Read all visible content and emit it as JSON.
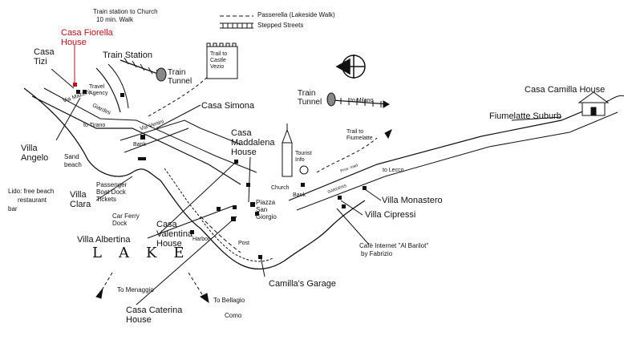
{
  "colors": {
    "ink": "#111111",
    "highlight": "#c0101a",
    "paper": "#ffffff"
  },
  "compass_icon": "north-arrow-icon",
  "legend": {
    "passerella": "Passerella (Lakeside Walk)",
    "stepped": "Stepped Streets"
  },
  "labels": {
    "train_to_church": [
      "Train station to Church",
      "10 min. Walk"
    ],
    "casa_fiorella": [
      "Casa Fiorella",
      "House"
    ],
    "casa_tizi": [
      "Casa",
      "Tizi"
    ],
    "train_station": "Train Station",
    "train_tunnel_1": [
      "Train",
      "Tunnel"
    ],
    "trail_castle": [
      "Trail to",
      "Castle",
      "Vezio"
    ],
    "travel_agency": [
      "Travel",
      "Agency"
    ],
    "via_mazzini": "Via Mazzini",
    "giardini": "Giardini",
    "casa_simona": "Casa Simona",
    "train_tunnel_2": [
      "Train",
      "Tunnel"
    ],
    "to_milano": "to Milano",
    "casa_camilla": "Casa Camilla House",
    "fiumelatte_suburb": "Fiumelatte Suburb",
    "to_tirano": "to Tirano",
    "via_venini": "Via Venini",
    "bank_1": "Bank",
    "villa_angelo": [
      "Villa",
      "Angelo"
    ],
    "sand_beach": [
      "Sand",
      "beach"
    ],
    "casa_maddalena": [
      "Casa",
      "Maddalena",
      "House"
    ],
    "tourist_info": [
      "Tourist",
      "Info"
    ],
    "trail_fiumelatte": [
      "Trail to",
      "Fiumelatte"
    ],
    "road_label": "Prov. road",
    "to_lecco": "to Lecco",
    "lido": [
      "Lido: free beach",
      "restaurant",
      "bar"
    ],
    "villa_clara": [
      "Villa",
      "Clara"
    ],
    "passenger_boat": [
      "Passenger",
      "Boat Dock",
      "Tickets"
    ],
    "church": "Church",
    "bank_2": "Bank",
    "gardens": "GARDENS",
    "villa_monastero": "Villa Monastero",
    "villa_cipressi": "Villa Cipressi",
    "piazza": [
      "Piazza",
      "San",
      "Giorgio"
    ],
    "car_ferry": [
      "Car Ferry",
      "Dock"
    ],
    "casa_valentina": [
      "Casa",
      "Valentina",
      "House"
    ],
    "villa_albertina": "Villa Albertina",
    "harbor": "Harbor",
    "post": "Post",
    "cafe": [
      "Cafè Internet \"Al Barilot\"",
      "by Fabrizio"
    ],
    "lake": "LAKE",
    "camillas_garage": "Camilla's Garage",
    "to_menaggio": "To Menaggio",
    "to_bellagio": "To Bellagio",
    "casa_caterina": [
      "Casa Caterina",
      "House"
    ],
    "como": "Como"
  }
}
